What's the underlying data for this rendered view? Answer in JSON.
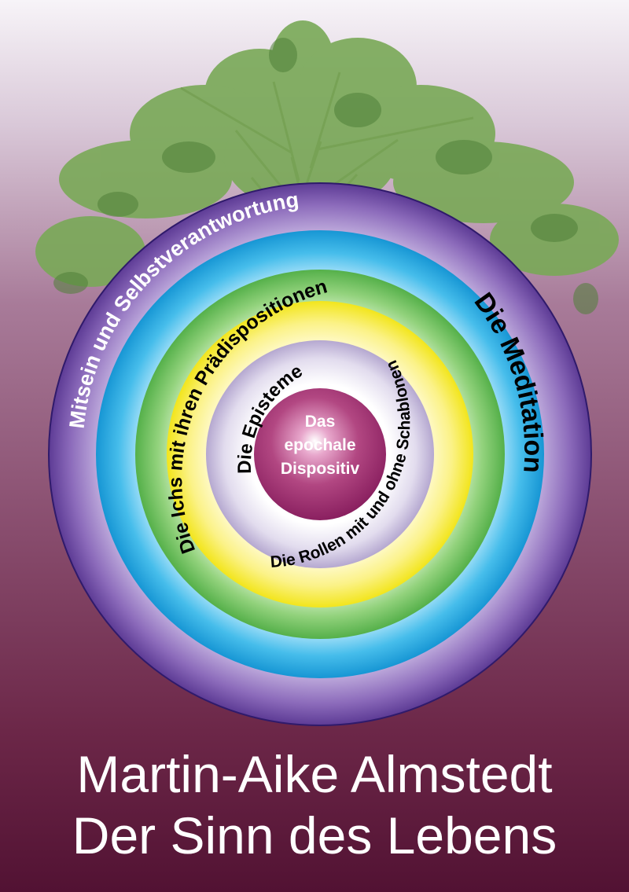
{
  "colors": {
    "outer_ring": "#6a48a0",
    "blue_ring": "#22a8e0",
    "green_ring": "#6cbf58",
    "yellow_ring": "#f6ea33",
    "lavender_ring": "#c9bede",
    "core": "#a0306e",
    "background_top": "#f7f4f8",
    "background_bottom": "#521233",
    "tree_leaves": "#7aa85a"
  },
  "diagram": {
    "outer_left_label": "Mitsein und Selbstverantwortung",
    "outer_right_label": "Die Meditation",
    "green_ring_label": "Die Ichs mit ihren Prädispositionen",
    "yellow_ring_label": "Die Rollen mit und ohne Schablonen",
    "lavender_ring_label": "Die Episteme",
    "core_line1": "Das",
    "core_line2": "epochale",
    "core_line3": "Dispositiv"
  },
  "cover": {
    "author": "Martin-Aike Almstedt",
    "title": "Der Sinn des Lebens"
  }
}
